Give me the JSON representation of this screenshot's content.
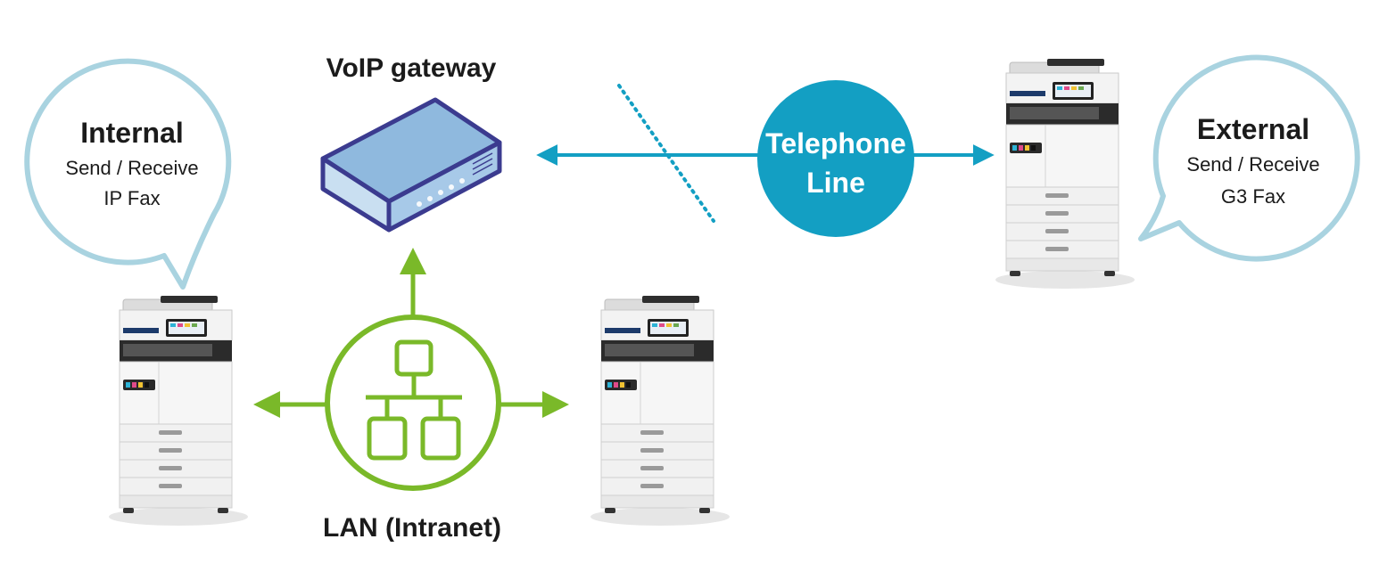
{
  "diagram": {
    "voip_label": "VoIP gateway",
    "lan_label": "LAN (Intranet)",
    "telephone_line": {
      "line1": "Telephone",
      "line2": "Line"
    },
    "internal_bubble": {
      "title": "Internal",
      "line1": "Send / Receive",
      "line2": "IP Fax"
    },
    "external_bubble": {
      "title": "External",
      "line1": "Send / Receive",
      "line2": "G3 Fax"
    }
  },
  "colors": {
    "green": "#7ab929",
    "blue": "#139fc3",
    "bubble_border": "#a9d3e0",
    "gateway_fill": "#8fb9de",
    "gateway_edge": "#3b3b8f"
  }
}
